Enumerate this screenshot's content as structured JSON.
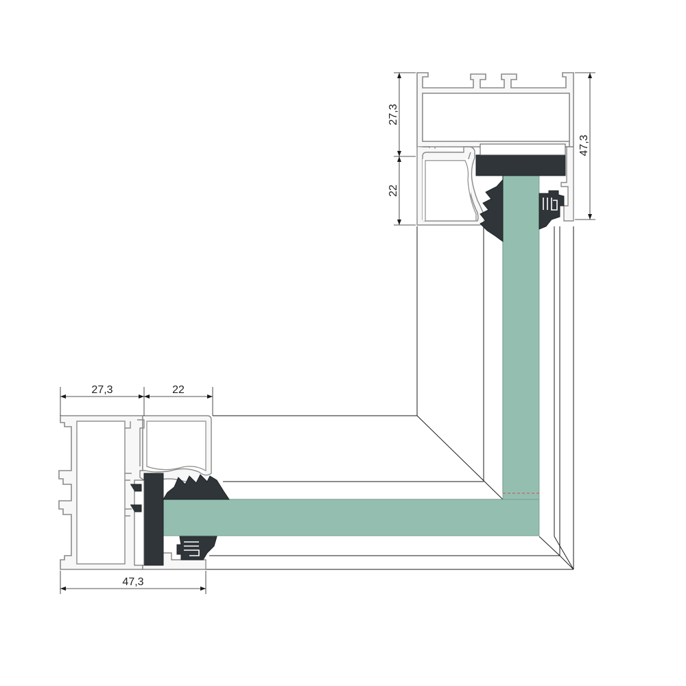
{
  "dimensions": {
    "bottom_top_left": "27,3",
    "bottom_top_right": "22",
    "bottom_overall": "47,3",
    "right_upper": "27,3",
    "right_lower": "22",
    "right_overall": "47,3"
  },
  "colors": {
    "glass": "#94bfb0",
    "profile_fill": "#f7f7f7",
    "profile_stroke": "#8a8a8a",
    "gasket": "#2f3538",
    "gasket_dark": "#1e2326",
    "line": "#1a1a1a",
    "cut_line": "#d94a4a"
  }
}
